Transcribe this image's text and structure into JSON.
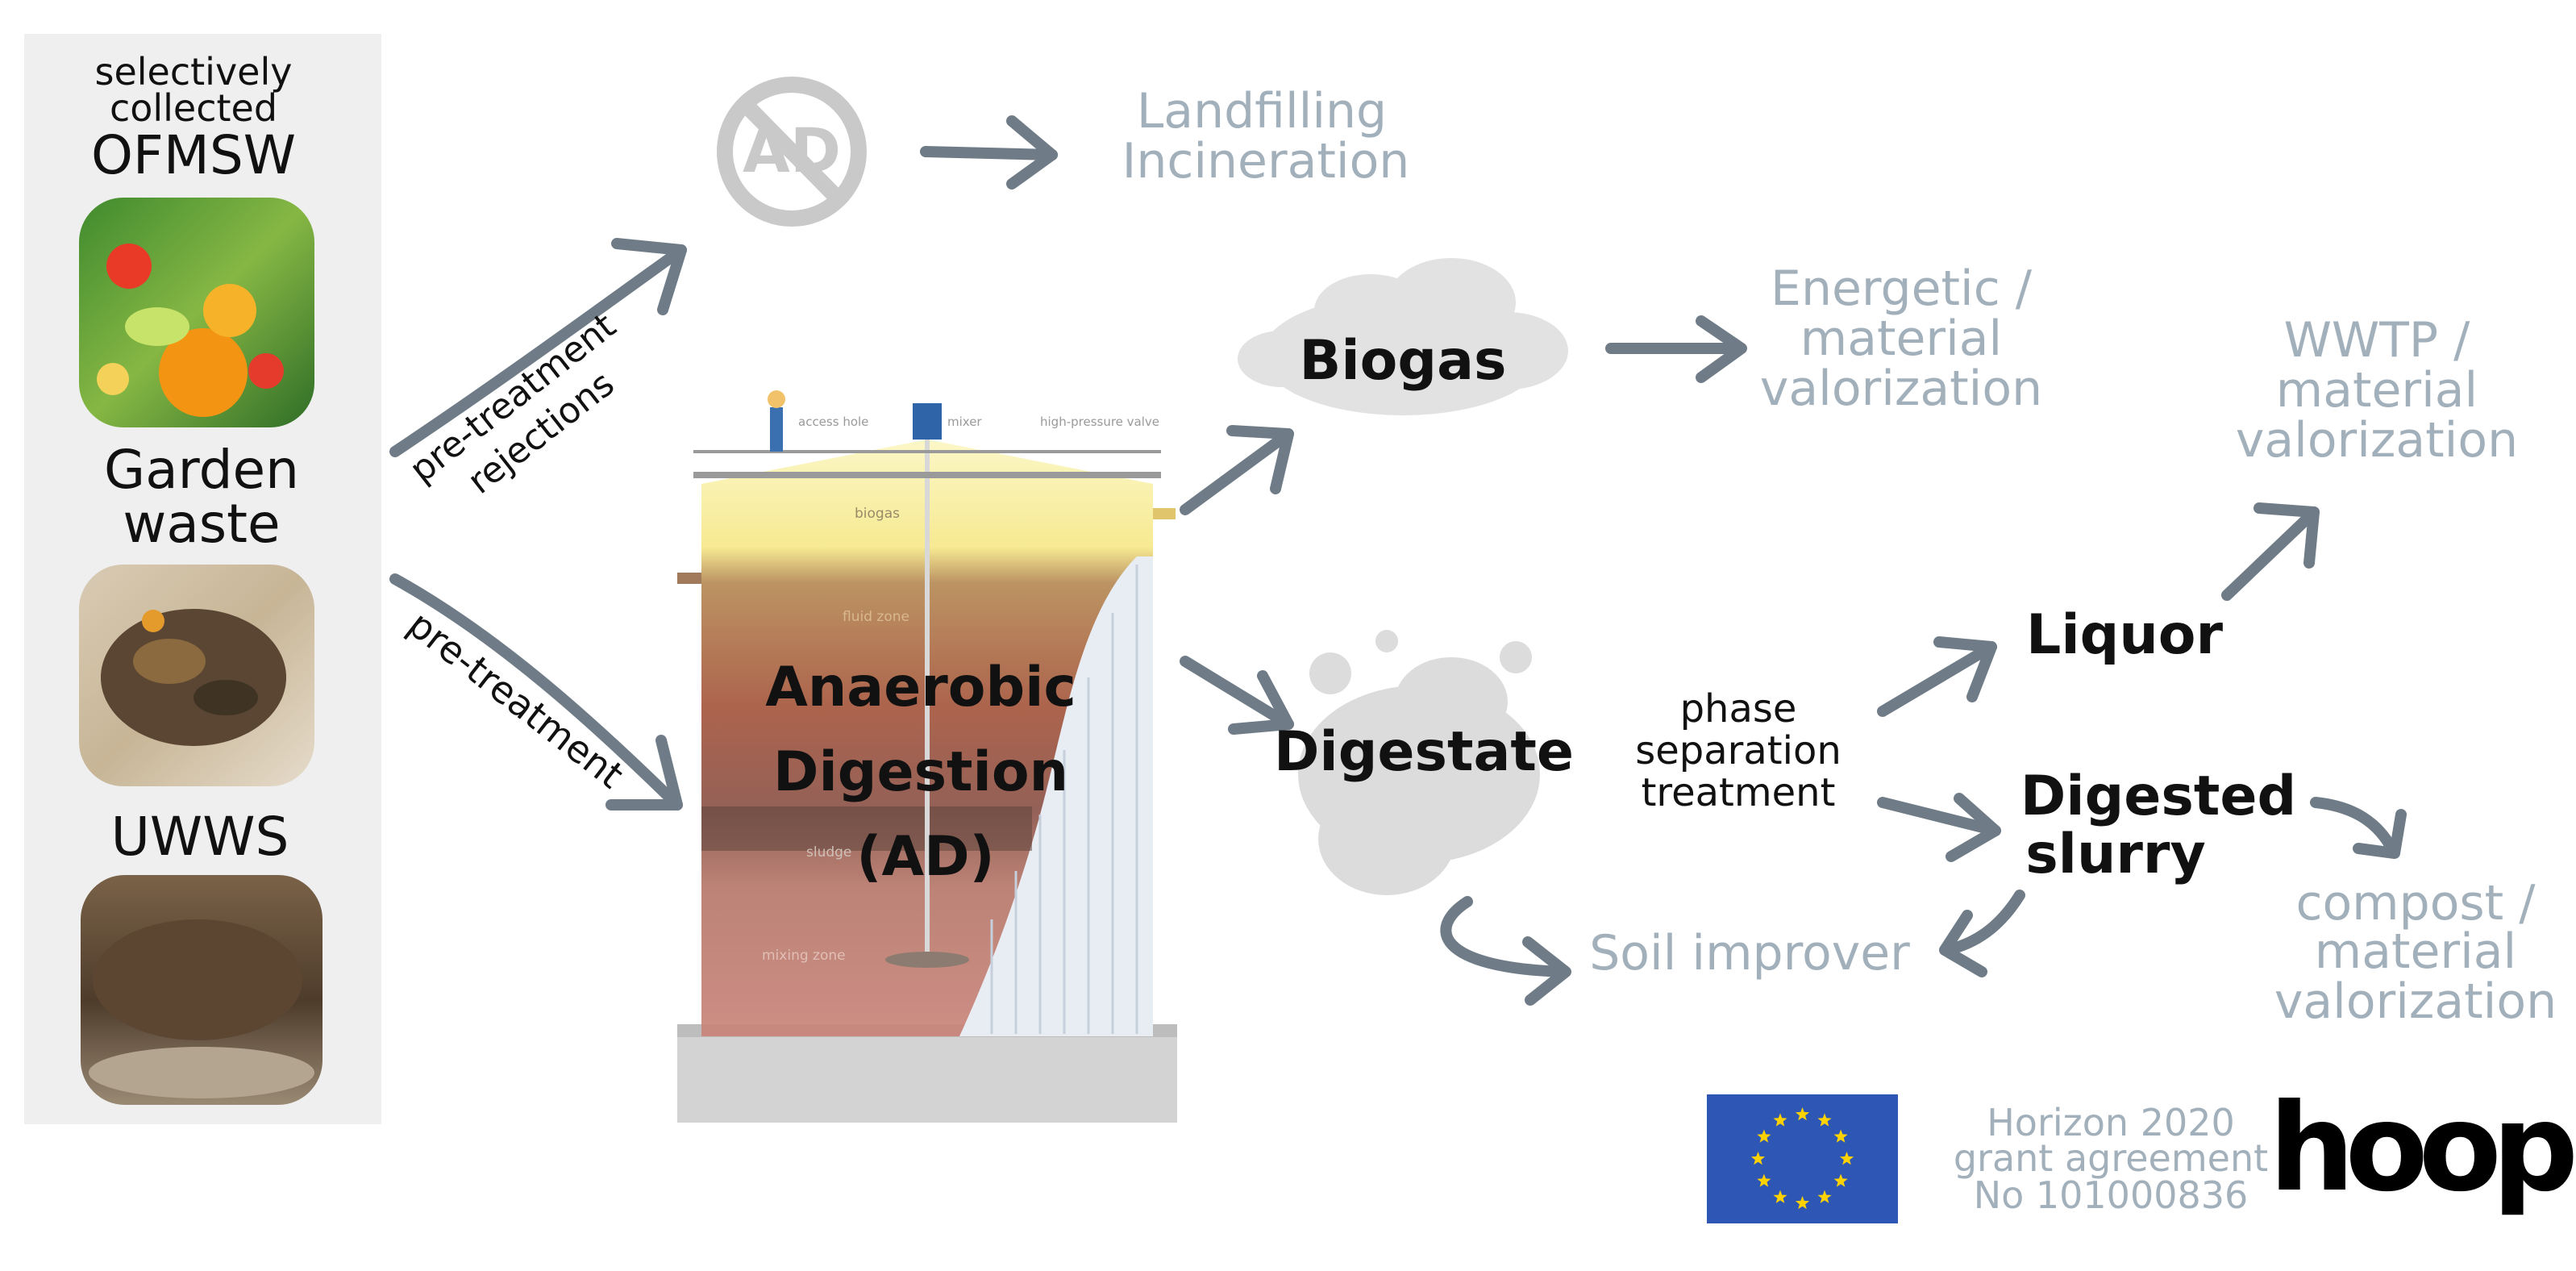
{
  "inputs": {
    "ofmsw_line1": "selectively",
    "ofmsw_line2": "collected",
    "ofmsw_line3": "OFMSW",
    "garden_line1": "Garden",
    "garden_line2": "waste",
    "uwws": "UWWS"
  },
  "pretreatment": {
    "rejections_line1": "pre-treatment",
    "rejections_line2": "rejections",
    "pretreatment": "pre-treatment"
  },
  "no_ad": {
    "symbol_text": "AD"
  },
  "landfill": {
    "line1": "Landfilling",
    "line2": "Incineration"
  },
  "digester": {
    "title_line1": "Anaerobic",
    "title_line2": "Digestion",
    "title_line3": "(AD)",
    "labels": {
      "access_hole": "access hole",
      "mixer": "mixer",
      "high_pressure_valve": "high-pressure valve",
      "biogas": "biogas",
      "fluid_zone": "fluid zone",
      "sludge": "sludge",
      "mixing_zone": "mixing zone"
    }
  },
  "biogas": {
    "label": "Biogas",
    "output_line1": "Energetic /",
    "output_line2": "material",
    "output_line3": "valorization"
  },
  "digestate": {
    "label": "Digestate",
    "treatment_line1": "phase",
    "treatment_line2": "separation",
    "treatment_line3": "treatment"
  },
  "liquor": {
    "label": "Liquor",
    "output_line1": "WWTP /",
    "output_line2": "material",
    "output_line3": "valorization"
  },
  "slurry": {
    "label_line1": "Digested",
    "label_line2": "slurry",
    "output_line1": "compost /",
    "output_line2": "material",
    "output_line3": "valorization"
  },
  "soil": {
    "label": "Soil improver"
  },
  "funding": {
    "line1": "Horizon 2020",
    "line2": "grant agreement",
    "line3": "No 101000836"
  },
  "logo": {
    "text": "hoop"
  },
  "colors": {
    "arrow": "#6f7c87",
    "faded_text": "#a2b0bb",
    "panel_bg": "#efefef",
    "eu_blue": "#2e56b4",
    "eu_star": "#ffd200"
  }
}
